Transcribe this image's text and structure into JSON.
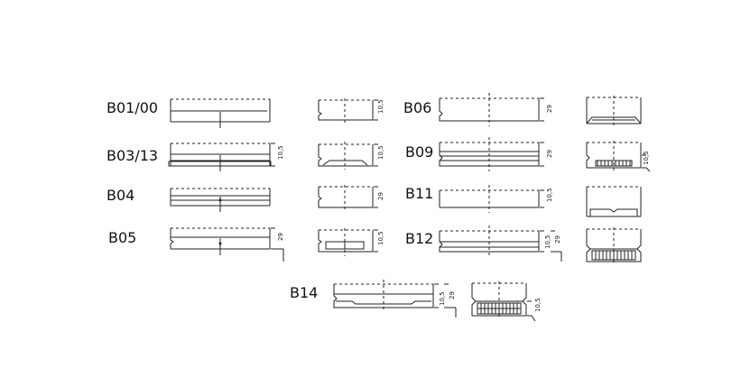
{
  "profiles": [
    {
      "id": "b01",
      "code": "B01/00"
    },
    {
      "id": "b03",
      "code": "B03/13"
    },
    {
      "id": "b04",
      "code": "B04"
    },
    {
      "id": "b05",
      "code": "B05"
    },
    {
      "id": "b06",
      "code": "B06"
    },
    {
      "id": "b09",
      "code": "B09"
    },
    {
      "id": "b11",
      "code": "B11"
    },
    {
      "id": "b12",
      "code": "B12"
    },
    {
      "id": "b14",
      "code": "B14"
    }
  ],
  "dimensions": {
    "small": "10,5",
    "large": "29"
  }
}
